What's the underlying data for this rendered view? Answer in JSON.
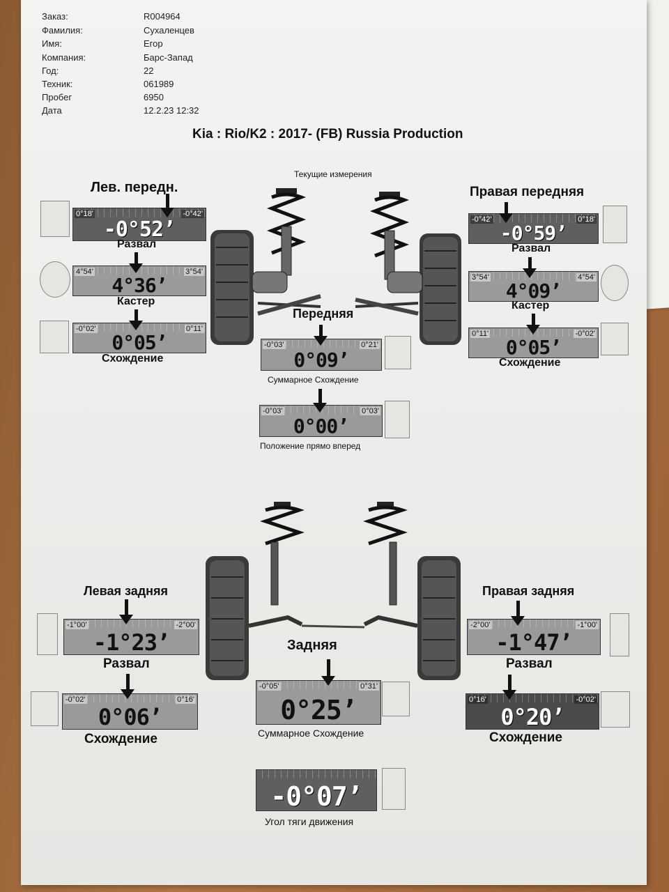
{
  "header": {
    "rows": [
      {
        "label": "Заказ:",
        "value": "R004964"
      },
      {
        "label": "Фамилия:",
        "value": "Сухаленцев"
      },
      {
        "label": "Имя:",
        "value": "Егор"
      },
      {
        "label": "Компания:",
        "value": "Барс-Запад"
      },
      {
        "label": "Год:",
        "value": "22"
      },
      {
        "label": "Техник:",
        "value": "061989"
      },
      {
        "label": "Пробег",
        "value": "6950"
      },
      {
        "label": "Дата",
        "value": "12.2.23 12:32"
      }
    ]
  },
  "vehicle_title": "Kia : Rio/K2 : 2017-   (FB) Russia Production",
  "current_measurements": "Текущие измерения",
  "front": {
    "left_title": "Лев. передн.",
    "right_title": "Правая передняя",
    "center_title": "Передняя",
    "left": {
      "camber": {
        "min": "0°18'",
        "max": "-0°42'",
        "value": "-0°52",
        "label": "Развал"
      },
      "caster": {
        "min": "4°54'",
        "max": "3°54'",
        "value": "4°36",
        "label": "Кастер"
      },
      "toe": {
        "min": "-0°02'",
        "max": "0°11'",
        "value": "0°05",
        "label": "Схождение"
      }
    },
    "right": {
      "camber": {
        "min": "-0°42'",
        "max": "0°18'",
        "value": "-0°59",
        "label": "Развал"
      },
      "caster": {
        "min": "3°54'",
        "max": "4°54'",
        "value": "4°09",
        "label": "Кастер"
      },
      "toe": {
        "min": "0°11'",
        "max": "-0°02'",
        "value": "0°05",
        "label": "Схождение"
      }
    },
    "total_toe": {
      "min": "-0°03'",
      "max": "0°21'",
      "value": "0°09",
      "label": "Суммарное Схождение"
    },
    "straight_ahead": {
      "min": "-0°03'",
      "max": "0°03'",
      "value": "0°00",
      "label": "Положение прямо вперед"
    }
  },
  "rear": {
    "left_title": "Левая задняя",
    "right_title": "Правая задняя",
    "center_title": "Задняя",
    "left": {
      "camber": {
        "min": "-1°00'",
        "max": "-2°00'",
        "value": "-1°23",
        "label": "Развал"
      },
      "toe": {
        "min": "-0°02'",
        "max": "0°16'",
        "value": "0°06",
        "label": "Схождение"
      }
    },
    "right": {
      "camber": {
        "min": "-2°00'",
        "max": "-1°00'",
        "value": "-1°47",
        "label": "Развал"
      },
      "toe": {
        "min": "0°16'",
        "max": "-0°02'",
        "value": "0°20",
        "label": "Схождение"
      }
    },
    "total_toe": {
      "min": "-0°05'",
      "max": "0°31'",
      "value": "0°25",
      "label": "Суммарное Схождение"
    },
    "thrust_angle": {
      "value": "-0°07",
      "label": "Угол тяги движения"
    }
  },
  "minute_mark": "’"
}
